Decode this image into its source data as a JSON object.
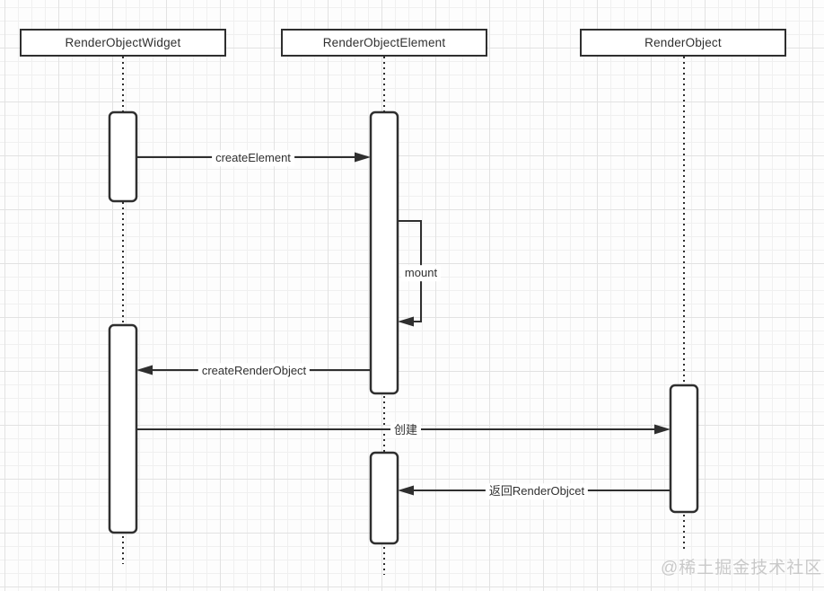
{
  "diagram": {
    "type": "uml-sequence",
    "participants": [
      {
        "name": "RenderObjectWidget"
      },
      {
        "name": "RenderObjectElement"
      },
      {
        "name": "RenderObject"
      }
    ],
    "messages": [
      {
        "label": "createElement",
        "from": "RenderObjectWidget",
        "to": "RenderObjectElement",
        "direction": "right"
      },
      {
        "label": "mount",
        "from": "RenderObjectElement",
        "to": "RenderObjectElement",
        "direction": "self"
      },
      {
        "label": "createRenderObject",
        "from": "RenderObjectElement",
        "to": "RenderObjectWidget",
        "direction": "left"
      },
      {
        "label": "创建",
        "from": "RenderObjectWidget",
        "to": "RenderObject",
        "direction": "right"
      },
      {
        "label": "返回RenderObjcet",
        "from": "RenderObject",
        "to": "RenderObjectElement",
        "direction": "left"
      }
    ],
    "watermark": "@稀土掘金技术社区",
    "colors": {
      "line": "#2f2f2f",
      "shape_fill": "#ffffff",
      "grid_minor": "#f0f0f0",
      "grid_major": "#e2e2e2",
      "watermark": "#c9c9c9"
    }
  }
}
